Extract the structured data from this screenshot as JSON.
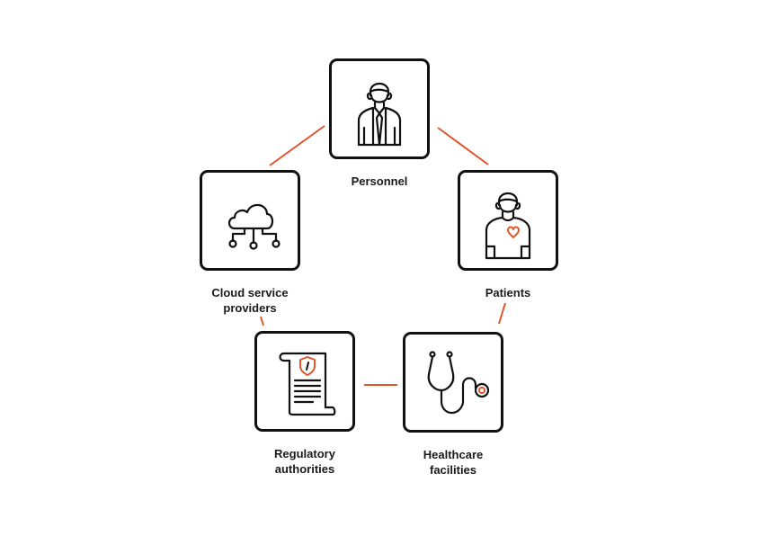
{
  "diagram": {
    "accent_color": "#e0562a",
    "stroke_color": "#111111",
    "nodes": [
      {
        "id": "personnel",
        "label": "Personnel",
        "icon": "businessman-icon"
      },
      {
        "id": "patients",
        "label": "Patients",
        "icon": "patient-heart-icon"
      },
      {
        "id": "healthcare",
        "label": "Healthcare\nfacilities",
        "icon": "stethoscope-icon"
      },
      {
        "id": "regulatory",
        "label": "Regulatory\nauthorities",
        "icon": "regulation-document-icon"
      },
      {
        "id": "cloud",
        "label": "Cloud service\nproviders",
        "icon": "cloud-network-icon"
      }
    ],
    "connections": [
      [
        "personnel",
        "patients"
      ],
      [
        "patients",
        "healthcare"
      ],
      [
        "healthcare",
        "regulatory"
      ],
      [
        "regulatory",
        "cloud"
      ],
      [
        "cloud",
        "personnel"
      ]
    ]
  }
}
